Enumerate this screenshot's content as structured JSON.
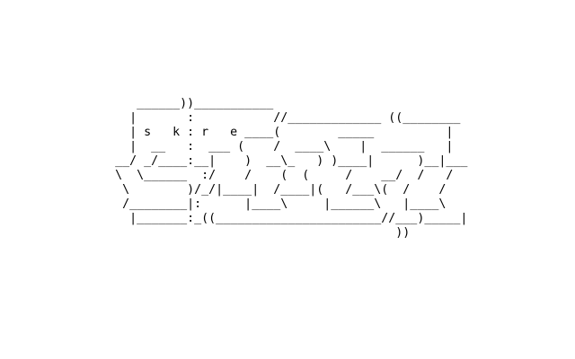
{
  "art": {
    "lines": [
      "                   ______))___________",
      "                  |       :           //_____________ ((________",
      "                  | s   k : r   e ____(        _____          |",
      "                  |  __   :  ___ (    /  ____\\    |  ______   |",
      "                __/ _/____:__|    )  __\\_   ) )____|      )__|___",
      "                \\  \\______  :/    /    (  (     /    __/  /   /",
      "                 \\        )/_/|____|  /____|(   /___\\(  /    /",
      "                 /________|:      |____\\     |______\\   |____\\",
      "                  |_______:_((_______________________//___)_____|",
      "                                                       ))"
    ],
    "letters": [
      "s",
      "k",
      "r",
      "e"
    ],
    "color": "#000000"
  }
}
